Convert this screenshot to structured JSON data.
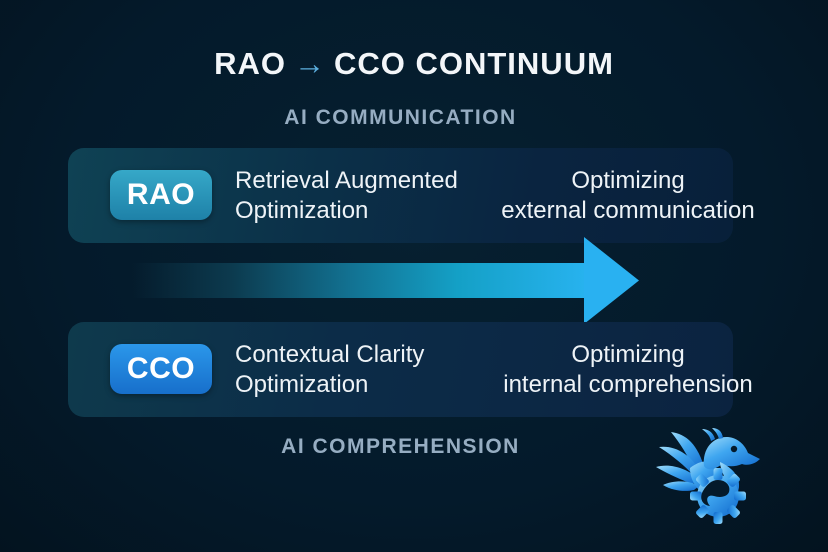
{
  "title": {
    "prefix": "RAO",
    "arrow": "→",
    "suffix": "CCO CONTINUUM"
  },
  "sections": {
    "top_label": "AI COMMUNICATION",
    "bottom_label": "AI COMPREHENSION"
  },
  "cards": {
    "rao": {
      "badge": "RAO",
      "name_line1": "Retrieval Augmented",
      "name_line2": "Optimization",
      "desc_line1": "Optimizing",
      "desc_line2": "external communication"
    },
    "cco": {
      "badge": "CCO",
      "name_line1": "Contextual Clarity",
      "name_line2": "Optimization",
      "desc_line1": "Optimizing",
      "desc_line2": "internal comprehension"
    }
  },
  "colors": {
    "background": "#041a2b",
    "arrow_accent": "#29b1f1",
    "rao_badge": "#2a9cc0",
    "cco_badge": "#1d84da",
    "section_label": "#96adc2",
    "title_text": "#f3f6f9",
    "logo_blue_light": "#9fdcfa",
    "logo_blue_dark": "#156fd0"
  },
  "logo": {
    "name": "griffin-gear-logo"
  }
}
